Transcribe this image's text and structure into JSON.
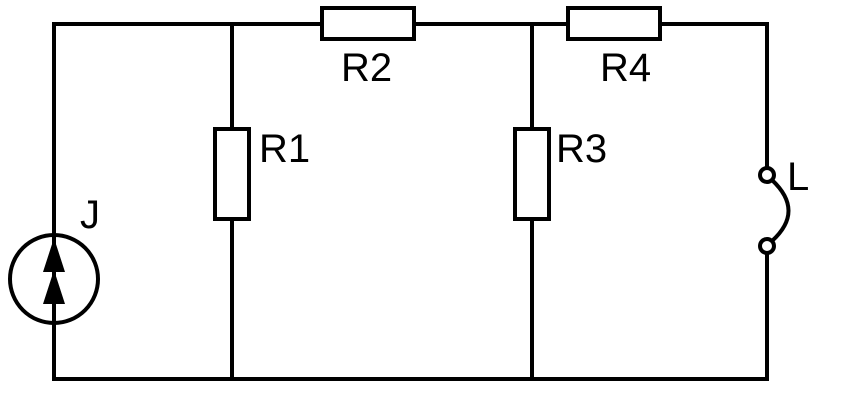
{
  "diagram": {
    "type": "circuit-schematic",
    "labels": {
      "source": "J",
      "r1": "R1",
      "r2": "R2",
      "r3": "R3",
      "r4": "R4",
      "inductor": "L"
    },
    "colors": {
      "line": "#000000",
      "background": "#ffffff"
    },
    "components": [
      {
        "id": "J",
        "kind": "current-source"
      },
      {
        "id": "R1",
        "kind": "resistor"
      },
      {
        "id": "R2",
        "kind": "resistor"
      },
      {
        "id": "R3",
        "kind": "resistor"
      },
      {
        "id": "R4",
        "kind": "resistor"
      },
      {
        "id": "L",
        "kind": "inductor-terminals"
      }
    ]
  }
}
